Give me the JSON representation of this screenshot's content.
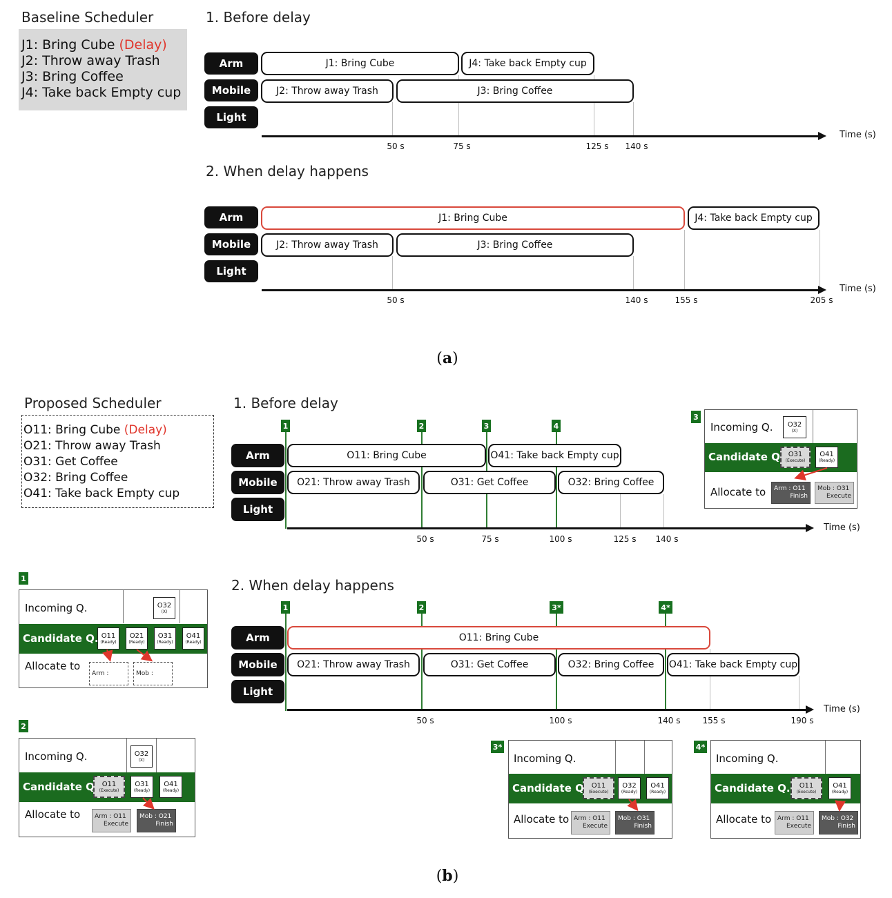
{
  "baseline": {
    "title": "Baseline Scheduler",
    "jobs": [
      "J1: Bring Cube",
      "J2: Throw away Trash",
      "J3: Bring Coffee",
      "J4: Take back Empty cup"
    ],
    "delay_tag": "(Delay)"
  },
  "proposed": {
    "title": "Proposed Scheduler",
    "ops": [
      "O11: Bring Cube",
      "O21: Throw away Trash",
      "O31: Get Coffee",
      "O32: Bring Coffee",
      "O41: Take back Empty cup"
    ],
    "delay_tag": "(Delay)"
  },
  "resources": [
    "Arm",
    "Mobile",
    "Light"
  ],
  "time_label": "Time (s)",
  "captions": {
    "a": "a",
    "b": "b"
  },
  "a1": {
    "title": "1. Before delay",
    "tasks": [
      "J1: Bring Cube",
      "J4: Take back Empty cup",
      "J2: Throw away Trash",
      "J3: Bring Coffee"
    ],
    "ticks": [
      "50 s",
      "75 s",
      "125 s",
      "140 s"
    ]
  },
  "a2": {
    "title": "2. When delay happens",
    "tasks": [
      "J1: Bring Cube",
      "J4: Take back Empty cup",
      "J2: Throw away Trash",
      "J3: Bring Coffee"
    ],
    "ticks": [
      "50 s",
      "140 s",
      "155 s",
      "205 s"
    ]
  },
  "b1": {
    "title": "1. Before delay",
    "tasks": [
      "O11: Bring Cube",
      "O41: Take back Empty cup",
      "O21: Throw away Trash",
      "O31: Get Coffee",
      "O32: Bring Coffee"
    ],
    "ticks": [
      "50 s",
      "75 s",
      "100 s",
      "125 s",
      "140 s"
    ],
    "markers": [
      "1",
      "2",
      "3",
      "4"
    ]
  },
  "b2": {
    "title": "2. When delay happens",
    "tasks": [
      "O11: Bring Cube",
      "O21: Throw away Trash",
      "O31: Get Coffee",
      "O32: Bring Coffee",
      "O41: Take back Empty cup"
    ],
    "ticks": [
      "50 s",
      "100 s",
      "140 s",
      "155 s",
      "190 s"
    ],
    "markers": [
      "1",
      "2",
      "3*",
      "4*"
    ]
  },
  "queue_labels": {
    "incoming": "Incoming Q.",
    "candidate": "Candidate Q.",
    "allocate": "Allocate to"
  },
  "panels": {
    "p1": {
      "tag": "1",
      "incoming": [
        {
          "name": "O32",
          "state": "(X)"
        }
      ],
      "candidate": [
        {
          "name": "O11",
          "state": "(Ready)"
        },
        {
          "name": "O21",
          "state": "(Ready)"
        },
        {
          "name": "O31",
          "state": "(Ready)"
        },
        {
          "name": "O41",
          "state": "(Ready)"
        }
      ],
      "alloc": [
        {
          "top": "Arm :",
          "bot": ""
        },
        {
          "top": "Mob :",
          "bot": ""
        }
      ]
    },
    "p2": {
      "tag": "2",
      "incoming": [
        {
          "name": "O32",
          "state": "(X)"
        }
      ],
      "candidate": [
        {
          "name": "O11",
          "state": "(Execute)"
        },
        {
          "name": "O31",
          "state": "(Ready)"
        },
        {
          "name": "O41",
          "state": "(Ready)"
        }
      ],
      "alloc": [
        {
          "top": "Arm : O11",
          "bot": "Execute"
        },
        {
          "top": "Mob : O21",
          "bot": "Finish"
        }
      ]
    },
    "p3": {
      "tag": "3",
      "incoming": [
        {
          "name": "O32",
          "state": "(X)"
        }
      ],
      "candidate": [
        {
          "name": "O31",
          "state": "(Execute)"
        },
        {
          "name": "O41",
          "state": "(Ready)"
        }
      ],
      "alloc": [
        {
          "top": "Arm : O11",
          "bot": "Finish"
        },
        {
          "top": "Mob : O31",
          "bot": "Execute"
        }
      ]
    },
    "p3s": {
      "tag": "3*",
      "candidate": [
        {
          "name": "O11",
          "state": "(Execute)"
        },
        {
          "name": "O32",
          "state": "(Ready)"
        },
        {
          "name": "O41",
          "state": "(Ready)"
        }
      ],
      "alloc": [
        {
          "top": "Arm : O11",
          "bot": "Execute"
        },
        {
          "top": "Mob : O31",
          "bot": "Finish"
        }
      ]
    },
    "p4s": {
      "tag": "4*",
      "candidate": [
        {
          "name": "O11",
          "state": "(Execute)"
        },
        {
          "name": "O41",
          "state": "(Ready)"
        }
      ],
      "alloc": [
        {
          "top": "Arm : O11",
          "bot": "Execute"
        },
        {
          "top": "Mob : O32",
          "bot": "Finish"
        }
      ]
    }
  }
}
